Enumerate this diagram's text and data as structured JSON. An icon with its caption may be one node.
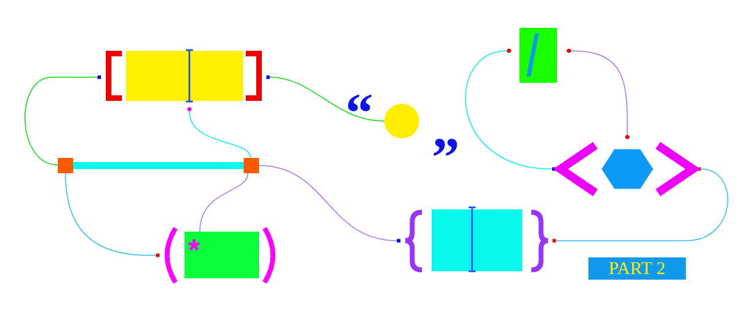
{
  "diagram": {
    "nodes": [
      {
        "text": [],
        "shape": "box"
      },
      {
        "text": [],
        "shape": "box"
      },
      {
        "text": [],
        "shape": "box"
      },
      {
        "text": [],
        "shape": "circle"
      },
      {
        "text": [
          "*"
        ]
      },
      {
        "text": [],
        "shape": "box"
      },
      {
        "text": [],
        "shape": "box"
      },
      {
        "text": [],
        "shape": "hexagon"
      },
      {
        "text": [
          "PART 2"
        ]
      }
    ],
    "edges": [
      {
        "from": 0,
        "to": 1,
        "arrow": "none",
        "color": "#22dd22"
      },
      {
        "from": 1,
        "to": 2,
        "arrow": "none",
        "style": "thick",
        "color": "#08f8ee"
      },
      {
        "from": 0,
        "to": 2,
        "arrow": "none",
        "color": "#22eeee"
      },
      {
        "from": 0,
        "to": 3,
        "arrow": "none",
        "color": "#22dd22"
      },
      {
        "from": 1,
        "to": 4,
        "arrow": "none",
        "color": "#44c4ee"
      },
      {
        "from": 2,
        "to": 4,
        "arrow": "none"
      },
      {
        "from": 2,
        "to": 5,
        "arrow": "none"
      },
      {
        "from": 5,
        "to": 7,
        "arrow": "none",
        "color": "#44c4ee"
      },
      {
        "from": 6,
        "to": 7,
        "arrow": "none"
      },
      {
        "from": 6,
        "to": 7,
        "arrow": "none",
        "color": "#22eeee"
      }
    ],
    "labels": [
      "“",
      "”"
    ]
  }
}
